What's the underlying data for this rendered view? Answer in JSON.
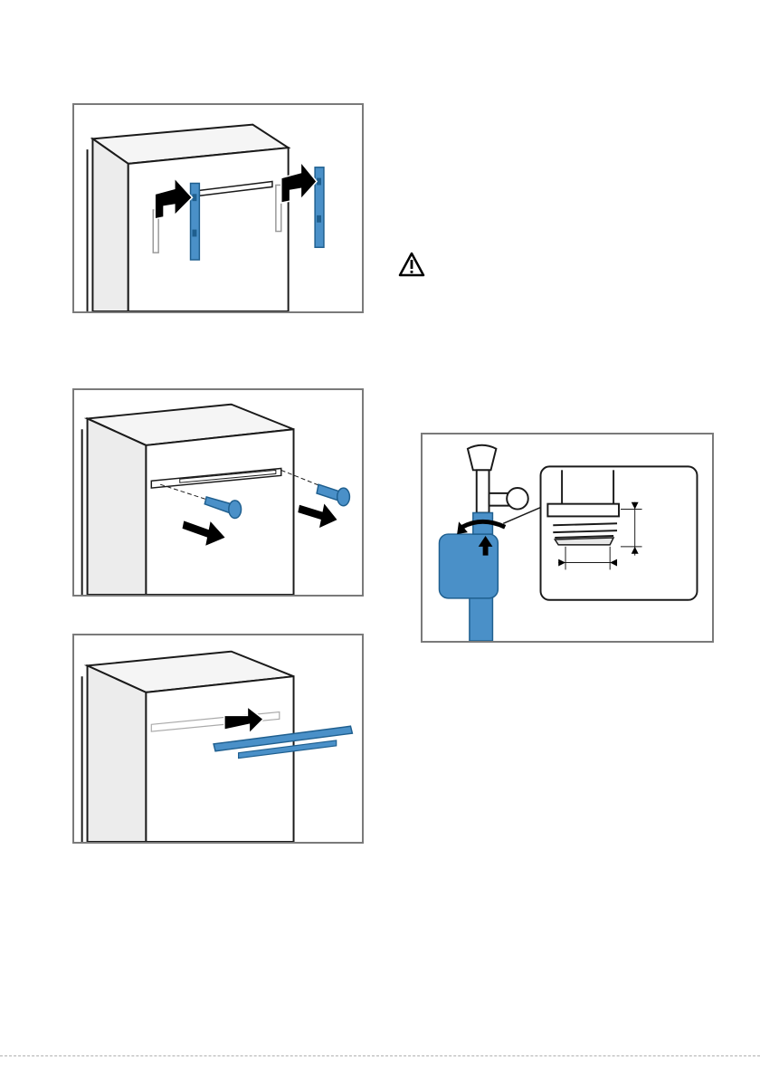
{
  "page": {
    "figures": [
      {
        "id": "fig1",
        "name": "remove-side-rails-illustration"
      },
      {
        "id": "fig2",
        "name": "remove-screws-illustration"
      },
      {
        "id": "fig3",
        "name": "remove-transport-bar-illustration"
      },
      {
        "id": "fig4",
        "name": "water-tap-connection-illustration"
      }
    ],
    "icons": [
      "warning-icon",
      "curved-arrow-icon"
    ],
    "colors": {
      "part_blue": "#4a90c8",
      "part_blue_dark": "#1f5f8f",
      "outline": "#1a1a1a",
      "frame_gray": "#7a7a7a",
      "cabinet_fill": "#f2f2f2"
    }
  }
}
